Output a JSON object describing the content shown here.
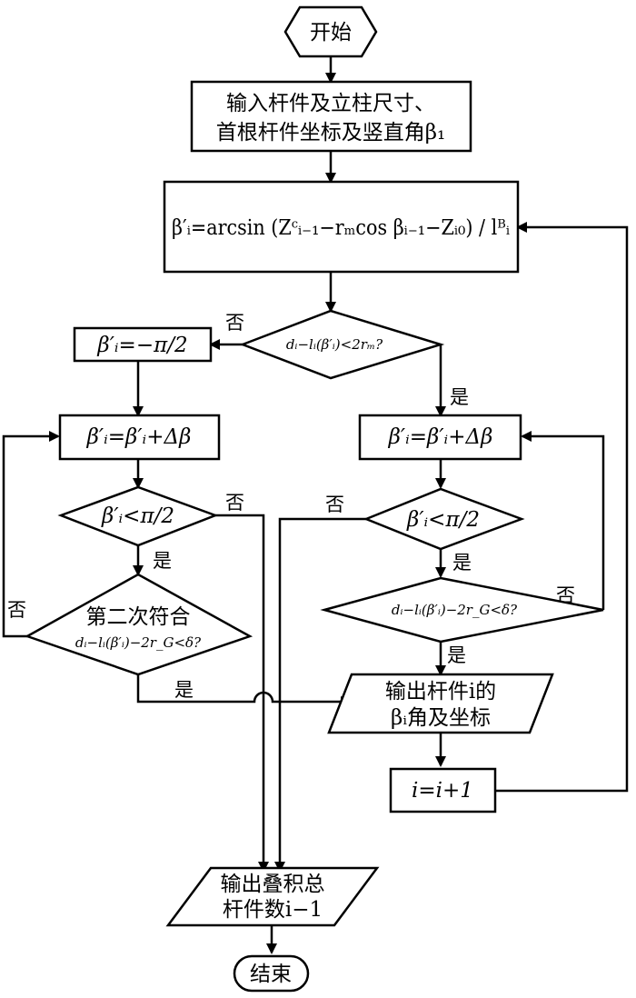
{
  "nodes": {
    "start": "开始",
    "input_line1": "输入杆件及立柱尺寸、",
    "input_line2": "首根杆件坐标及竖直角β₁",
    "formula": "β′ᵢ=arcsin (Zᶜᵢ₋₁−rₘcos βᵢ₋₁−Zᵢ₀) / lᴮᵢ",
    "decision_gap": "dᵢ−lᵢ(β′ᵢ)<2rₘ?",
    "set_neg_half_pi": "β′ᵢ=−π/2",
    "increment_left": "β′ᵢ=β′ᵢ+Δβ",
    "increment_right": "β′ᵢ=β′ᵢ+Δβ",
    "check_half_pi_left": "β′ᵢ<π/2",
    "check_half_pi_right": "β′ᵢ<π/2",
    "second_match_line1": "第二次符合",
    "second_match_line2": "dᵢ−lᵢ(β′ᵢ)−2r_G<δ?",
    "check_delta_right": "dᵢ−lᵢ(β′ᵢ)−2r_G<δ?",
    "output_line1": "输出杆件i的",
    "output_line2": "βᵢ角及坐标",
    "counter": "i=i+1",
    "total_line1": "输出叠积总",
    "total_line2": "杆件数i−1",
    "end": "结束"
  },
  "labels": {
    "no": "否",
    "yes": "是"
  },
  "colors": {
    "stroke": "#000000",
    "fill": "#ffffff"
  }
}
